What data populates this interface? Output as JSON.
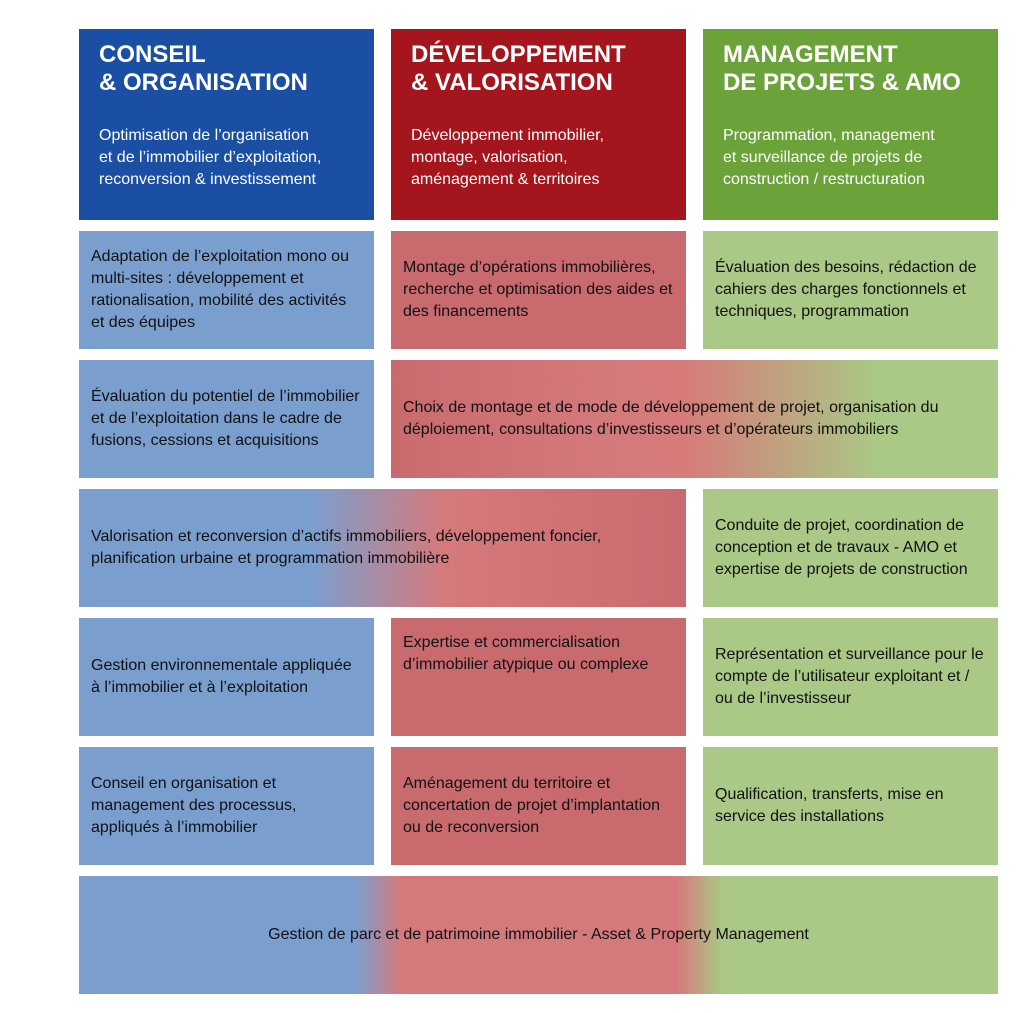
{
  "headers": {
    "conseil": {
      "title": "CONSEIL\n& ORGANISATION",
      "subtitle": "Optimisation de l’organisation\net de l’immobilier d’exploitation,\nreconversion & investissement",
      "color": "#1a4fa3"
    },
    "developpement": {
      "title": "DÉVELOPPEMENT\n& VALORISATION",
      "subtitle": "Développement immobilier,\nmontage, valorisation,\naménagement & territoires",
      "color": "#a5151e"
    },
    "management": {
      "title": "MANAGEMENT\nDE PROJETS & AMO",
      "subtitle": "Programmation, management\net surveillance de projets de\nconstruction / restructuration",
      "color": "#6ba33a"
    }
  },
  "cells": {
    "r1_conseil": "Adaptation de l’exploitation mono ou multi-sites : développement et rationalisation, mobilité des activités et des équipes",
    "r1_dev": "Montage d’opérations immobilières, recherche et optimisation des aides et des financements",
    "r1_mgmt": "Évaluation des besoins, rédaction de cahiers des charges fonctionnels et techniques, programmation",
    "r2_conseil": "Évaluation du potentiel de l’immobilier et de l’exploitation dans le cadre de fusions, cessions et acquisitions",
    "r2_dev_mgmt": "Choix de montage et de mode de développement de projet, organisation du déploiement, consultations d’investisseurs et d’opérateurs immobiliers",
    "r3_conseil_dev": "Valorisation et reconversion d’actifs immobiliers, développement foncier, planification urbaine et programmation immobilière",
    "r3_mgmt": "Conduite de projet, coordination de conception et de travaux - AMO et expertise de projets de construction",
    "r4_conseil": "Gestion environnementale appliquée à l’immobilier et à l’exploitation",
    "r4_dev": "Expertise et commercialisation d’immobilier atypique ou complexe",
    "r4_mgmt": "Représentation et surveillance pour le compte de l’utilisateur exploitant et / ou de l’investisseur",
    "r5_conseil": "Conseil en organisation et management des processus, appliqués à l’immobilier",
    "r5_dev": "Aménagement du territoire et concertation de projet d’implantation ou de reconversion",
    "r5_mgmt": "Qualification, transferts, mise en service des installations",
    "r6_all": "Gestion de parc et de patrimoine immobilier - Asset & Property Management"
  },
  "colors": {
    "blue_light": "#7a9fcf",
    "red_light": "#c96a6f",
    "green_light": "#aac886"
  }
}
